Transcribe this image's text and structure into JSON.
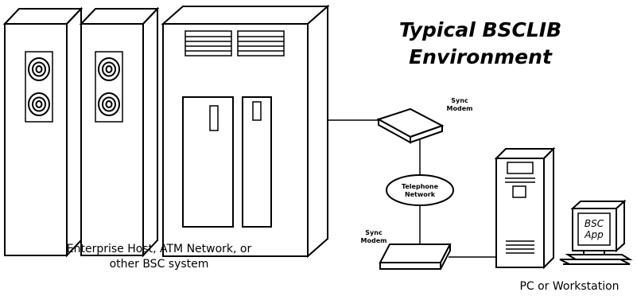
{
  "title": {
    "line1": "Typical BSCLIB",
    "line2": "Environment"
  },
  "labels": {
    "sync_modem_top": [
      "Sync",
      "Modem"
    ],
    "sync_modem_bottom": [
      "Sync",
      "Modem"
    ],
    "telephone_network": [
      "Telephone",
      "Network"
    ],
    "host_caption": [
      "Enterprise Host, ATM Network, or",
      "other BSC system"
    ],
    "pc_caption": "PC or Workstation",
    "screen": [
      "BSC",
      "App"
    ]
  }
}
